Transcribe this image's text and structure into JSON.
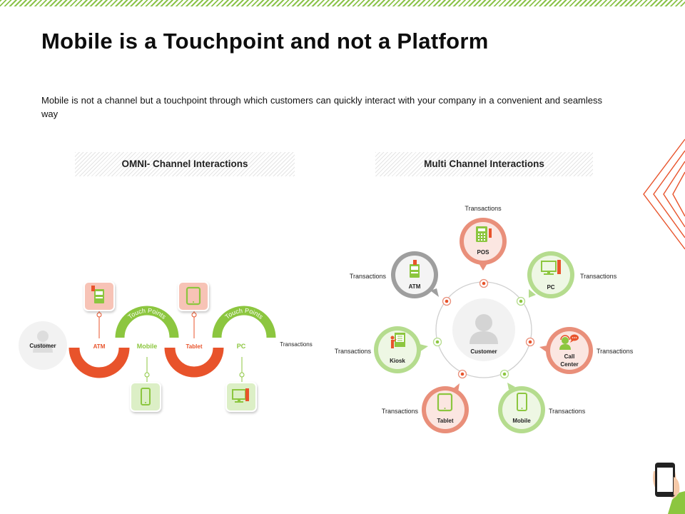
{
  "title": "Mobile is a Touchpoint and not a Platform",
  "description": "Mobile is not a channel but a touchpoint through which customers can quickly interact with your company in a convenient and seamless way",
  "colors": {
    "orange": "#e8532b",
    "green": "#8cc63f",
    "salmon": "#e98f7a",
    "light_green": "#b5dc8e",
    "gray": "#9e9e9e"
  },
  "omni": {
    "header": "OMNI- Channel Interactions",
    "customer": "Customer",
    "atm": "ATM",
    "mobile": "Mobile",
    "tablet": "Tablet",
    "pc": "PC",
    "touch_points_1": "Touch Points",
    "touch_points_2": "Touch Points",
    "transactions": "Transactions"
  },
  "multi": {
    "header": "Multi Channel Interactions",
    "customer": "Customer",
    "channels": {
      "pos": {
        "label": "POS",
        "transactions": "Transactions"
      },
      "pc": {
        "label": "PC",
        "transactions": "Transactions"
      },
      "call_center": {
        "label_line1": "Call",
        "label_line2": "Center",
        "transactions": "Transactions"
      },
      "mobile": {
        "label": "Mobile",
        "transactions": "Transactions"
      },
      "tablet": {
        "label": "Tablet",
        "transactions": "Transactions"
      },
      "kiosk": {
        "label": "Kiosk",
        "transactions": "Transactions"
      },
      "atm": {
        "label": "ATM",
        "transactions": "Transactions"
      }
    }
  }
}
